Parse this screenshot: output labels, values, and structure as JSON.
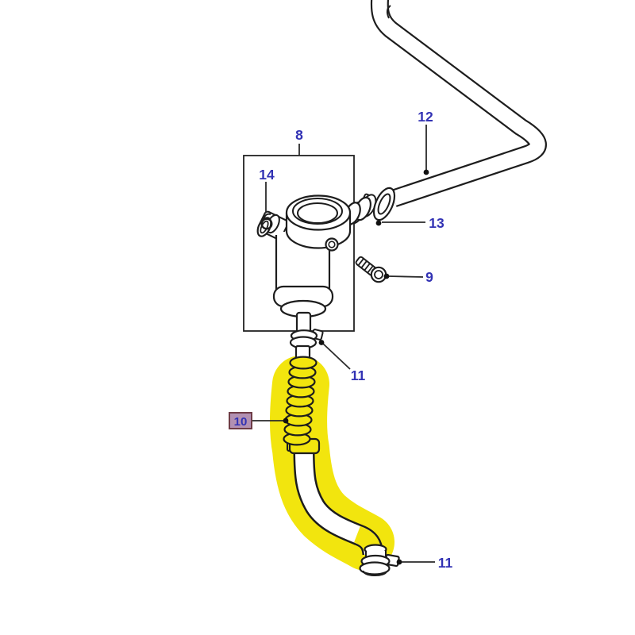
{
  "diagram": {
    "kind": "exploded-parts-diagram",
    "description": "Oil separator / crankcase breather assembly with hoses and clamps; part 10 (corrugated breather hose) is highlighted",
    "highlighted_part": "10"
  },
  "colors": {
    "background": "#ffffff",
    "line": "#1d1d1d",
    "leader": "#2a2a2a",
    "label_blue": "#3232b4",
    "highlight": "#f2e50e",
    "selected_label_fill": "#b290b2",
    "selected_label_border": "#6e3c46"
  },
  "callouts": {
    "part8": {
      "label": "8"
    },
    "part9": {
      "label": "9"
    },
    "part10": {
      "label": "10",
      "selected": true
    },
    "part11_upper": {
      "label": "11"
    },
    "part11_lower": {
      "label": "11"
    },
    "part12": {
      "label": "12"
    },
    "part13": {
      "label": "13"
    },
    "part14": {
      "label": "14"
    }
  }
}
